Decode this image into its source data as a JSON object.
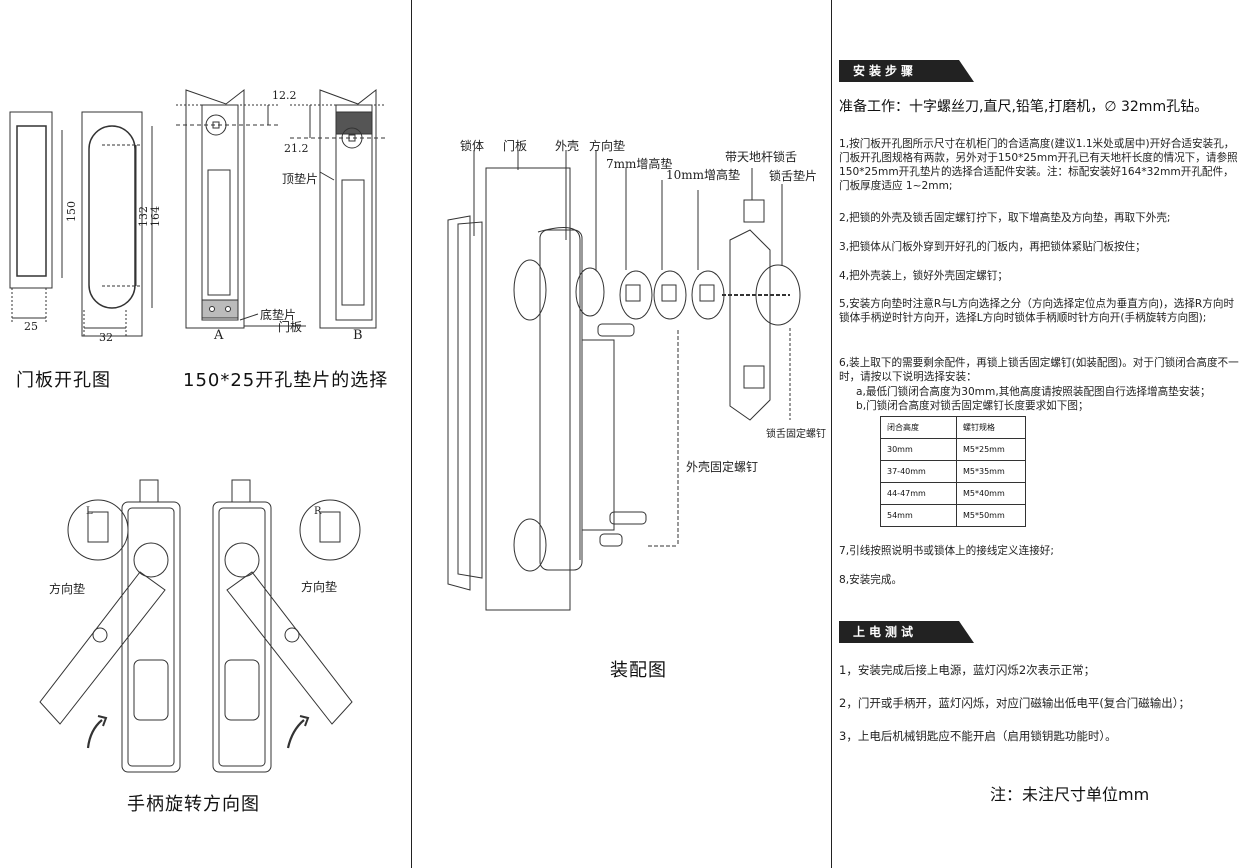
{
  "left": {
    "cutout_caption": "门板开孔图",
    "pad_caption": "150*25开孔垫片的选择",
    "rotation_caption": "手柄旋转方向图",
    "dims": {
      "d150": "150",
      "d25": "25",
      "d32": "32",
      "d132": "132",
      "d164": "164",
      "d12_2": "12.2",
      "d21_2": "21.2"
    },
    "labels": {
      "top_pad": "顶垫片",
      "bottom_pad": "底垫片",
      "door_panel": "门板",
      "a": "A",
      "b": "B",
      "dir_pad_left": "方向垫",
      "dir_pad_right": "方向垫",
      "letter_l": "L",
      "letter_r": "R"
    }
  },
  "middle": {
    "caption": "装配图",
    "labels": {
      "lock_body": "锁体",
      "door_panel": "门板",
      "housing": "外壳",
      "direction_pad": "方向垫",
      "pad_7mm": "7mm增高垫",
      "pad_10mm": "10mm增高垫",
      "rod_tongue": "带天地杆锁舌",
      "tongue_pad": "锁舌垫片",
      "tongue_screw": "锁舌固定螺钉",
      "housing_screw": "外壳固定螺钉"
    }
  },
  "right": {
    "install_title": "安装步骤",
    "prep": "准备工作：十字螺丝刀,直尺,铅笔,打磨机，∅ 32mm孔钻。",
    "steps": [
      "1,按门板开孔图所示尺寸在机柜门的合适高度(建议1.1米处或居中)开好合适安装孔，门板开孔图规格有两款，另外对于150*25mm开孔已有天地杆长度的情况下，请参照150*25mm开孔垫片的选择合适配件安装。注：标配安装好164*32mm开孔配件，门板厚度适应 1~2mm;",
      "2,把锁的外壳及锁舌固定螺钉拧下，取下增高垫及方向垫，再取下外壳;",
      "3,把锁体从门板外穿到开好孔的门板内，再把锁体紧贴门板按住；",
      "4,把外壳装上，锁好外壳固定螺钉；",
      "5,安装方向垫时注意R与L方向选择之分（方向选择定位点为垂直方向)，选择R方向时锁体手柄逆时针方向开，选择L方向时锁体手柄顺时针方向开(手柄旋转方向图);",
      "6,装上取下的需要剩余配件，再锁上锁舌固定螺钉(如装配图)。对于门锁闭合高度不一时，请按以下说明选择安装：",
      "a,最低门锁闭合高度为30mm,其他高度请按照装配图自行选择增高垫安装；",
      "b,门锁闭合高度对锁舌固定螺钉长度要求如下图；",
      "7,引线按照说明书或锁体上的接线定义连接好;",
      "8,安装完成。"
    ],
    "table": {
      "headers": [
        "闭合高度",
        "螺钉规格"
      ],
      "rows": [
        [
          "30mm",
          "M5*25mm"
        ],
        [
          "37-40mm",
          "M5*35mm"
        ],
        [
          "44-47mm",
          "M5*40mm"
        ],
        [
          "54mm",
          "M5*50mm"
        ]
      ]
    },
    "power_title": "上电测试",
    "power_steps": [
      "1，安装完成后接上电源，蓝灯闪烁2次表示正常；",
      "2，门开或手柄开，蓝灯闪烁，对应门磁输出低电平(复合门磁输出）；",
      "3，上电后机械钥匙应不能开启（启用锁钥匙功能时）。"
    ],
    "note": "注：未注尺寸单位mm"
  },
  "colors": {
    "banner": "#222222",
    "line": "#222222"
  }
}
